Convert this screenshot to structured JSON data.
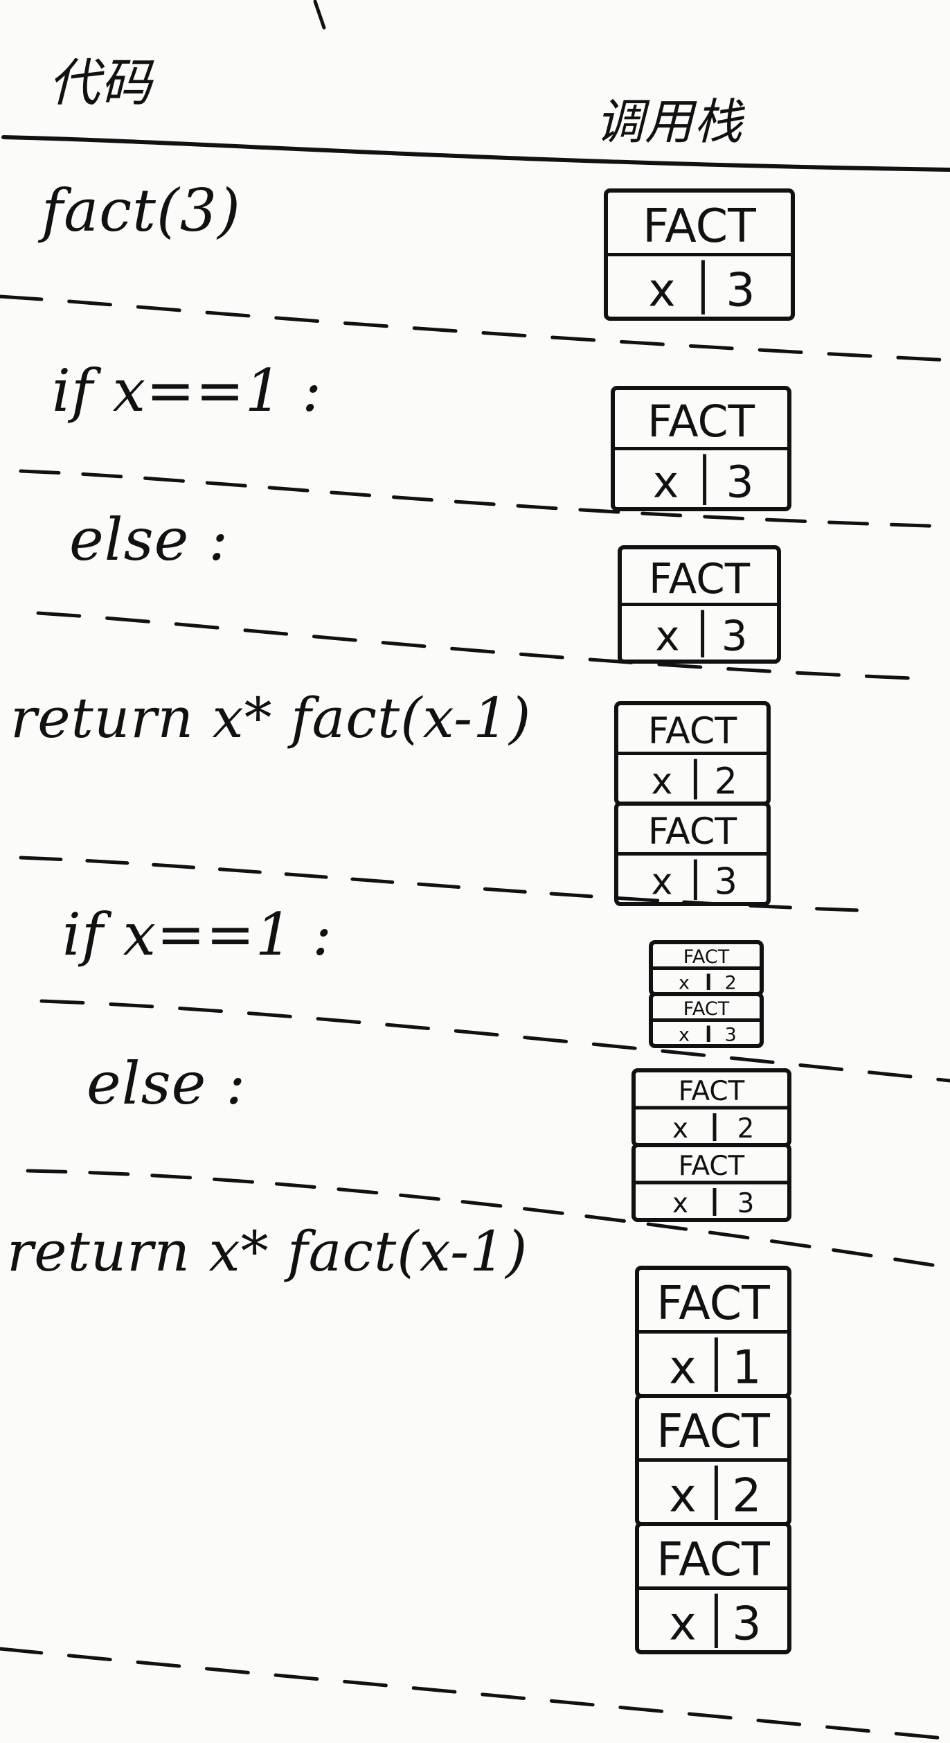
{
  "headers": {
    "code": "代码",
    "stack": "调用栈"
  },
  "code_lines": [
    "fact(3)",
    "if x==1 :",
    "else :",
    "return x* fact(x-1)",
    "if x==1 :",
    "else :",
    "return x* fact(x-1)"
  ],
  "stacks": [
    {
      "frames": [
        {
          "name": "FACT",
          "var": "x",
          "value": "3"
        }
      ]
    },
    {
      "frames": [
        {
          "name": "FACT",
          "var": "x",
          "value": "3"
        }
      ]
    },
    {
      "frames": [
        {
          "name": "FACT",
          "var": "x",
          "value": "3"
        }
      ]
    },
    {
      "frames": [
        {
          "name": "FACT",
          "var": "x",
          "value": "2"
        },
        {
          "name": "FACT",
          "var": "x",
          "value": "3"
        }
      ]
    },
    {
      "frames": [
        {
          "name": "FACT",
          "var": "x",
          "value": "2"
        },
        {
          "name": "FACT",
          "var": "x",
          "value": "3"
        }
      ]
    },
    {
      "frames": [
        {
          "name": "FACT",
          "var": "x",
          "value": "2"
        },
        {
          "name": "FACT",
          "var": "x",
          "value": "3"
        }
      ]
    },
    {
      "frames": [
        {
          "name": "FACT",
          "var": "x",
          "value": "1"
        },
        {
          "name": "FACT",
          "var": "x",
          "value": "2"
        },
        {
          "name": "FACT",
          "var": "x",
          "value": "3"
        }
      ]
    }
  ]
}
